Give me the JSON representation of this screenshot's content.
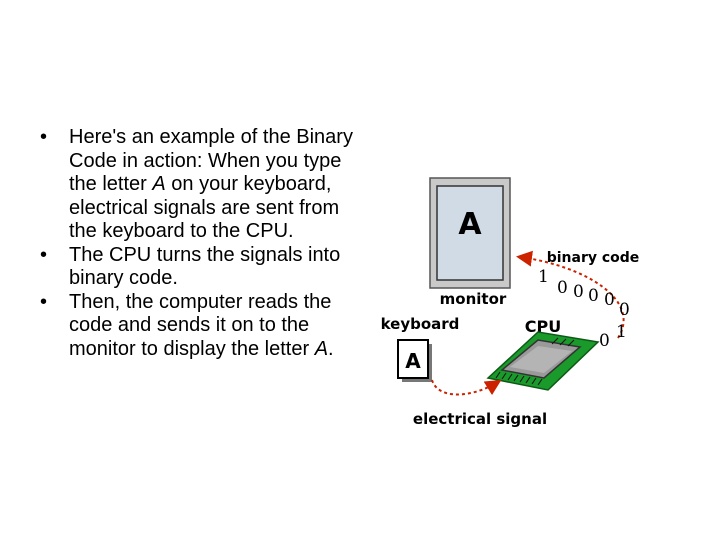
{
  "bullets": [
    {
      "parts": [
        "Here's an example of the Binary Code in action: When you type the letter ",
        "A",
        " on your keyboard, electrical signals are sent from the keyboard to the CPU."
      ]
    },
    {
      "parts": [
        "The CPU turns the signals into binary code."
      ]
    },
    {
      "parts": [
        "Then, the computer reads the code and sends it on to the monitor to display the letter ",
        "A",
        "."
      ]
    }
  ],
  "bullet_glyph": "•",
  "diagram": {
    "monitor_letter": "A",
    "monitor_label": "monitor",
    "keyboard_label": "keyboard",
    "key_letter": "A",
    "cpu_label": "CPU",
    "binary_label": "binary code",
    "signal_label": "electrical signal",
    "digits": [
      "1",
      "0",
      "0",
      "0",
      "0",
      "0",
      "0",
      "1"
    ],
    "colors": {
      "arrow": "#cc2200",
      "board": "#1a9a2a",
      "chip": "#9a9a9a",
      "screen": "#d0dbe6"
    }
  }
}
